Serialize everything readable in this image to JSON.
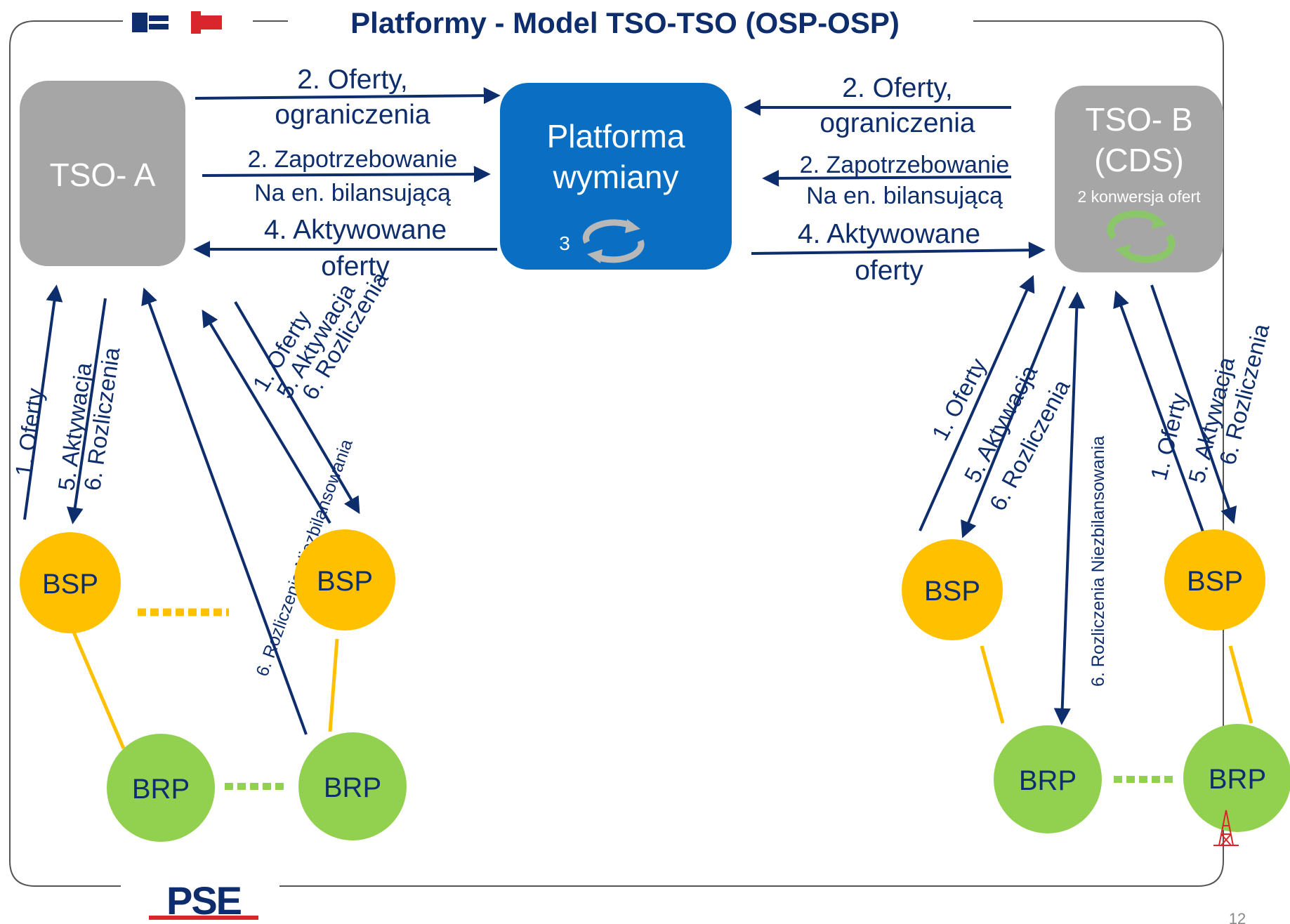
{
  "title": "Platformy - Model TSO-TSO (OSP-OSP)",
  "nodes": {
    "tso_a": "TSO- A",
    "platform_line1": "Platforma",
    "platform_line2": "wymiany",
    "platform_step": "3",
    "tso_b_line1": "TSO- B",
    "tso_b_line2": "(CDS)",
    "tso_b_note": "2 konwersja ofert",
    "bsp": "BSP",
    "brp": "BRP"
  },
  "flows": {
    "offers_line1": "2. Oferty,",
    "offers_line2": "ograniczenia",
    "demand_line1": "2. Zapotrzebowanie",
    "demand_line2": "Na en. bilansującą",
    "activated_line1": "4. Aktywowane",
    "activated_line2": "oferty"
  },
  "vertical_labels": {
    "oferty": "1. Oferty",
    "aktywacja": "5. Aktywacja",
    "rozliczenia": "6. Rozliczenia",
    "niezbilansowania": "6. Rozliczenia Niezbilansowania"
  },
  "footer": {
    "logo": "PSE",
    "page_number": "12"
  },
  "colors": {
    "navy": "#0d2d6c",
    "tso_gray": "#a6a6a6",
    "platform_blue": "#0a6fc2",
    "bsp_yellow": "#ffc000",
    "brp_green": "#92d050"
  }
}
